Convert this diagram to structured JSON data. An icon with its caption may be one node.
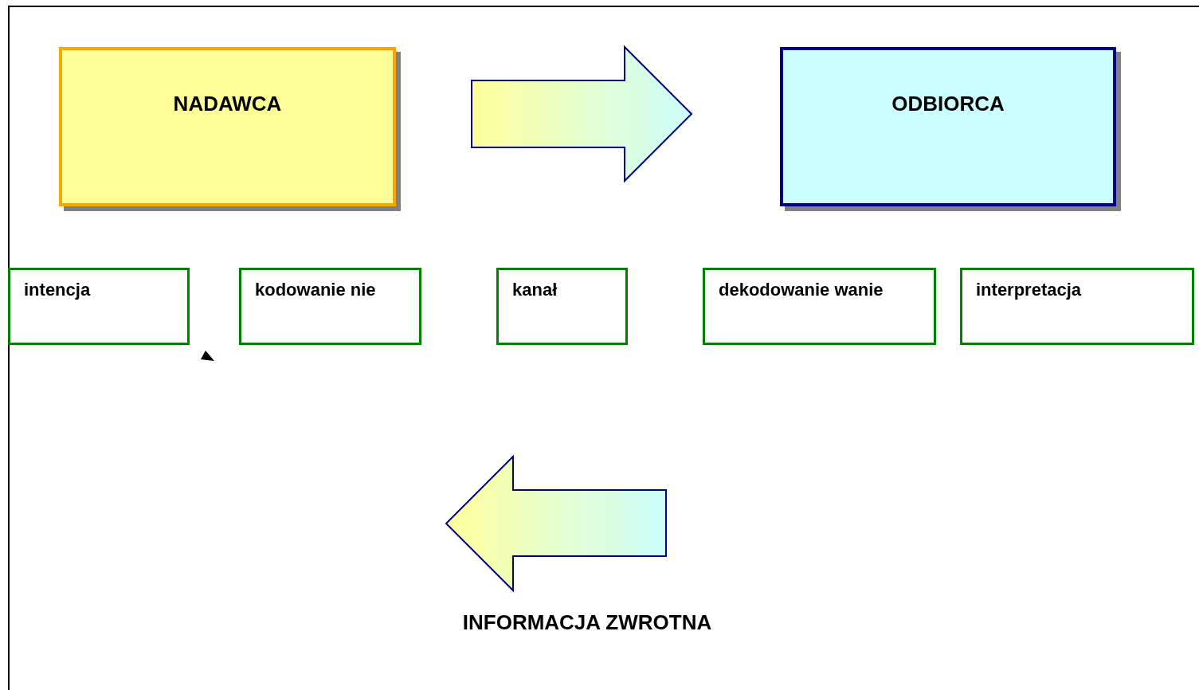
{
  "diagram": {
    "nodes": [
      {
        "text": [
          "NADAWCA"
        ]
      },
      {
        "text": [
          "ODBIORCA"
        ]
      },
      {
        "text": [
          "intencja"
        ]
      },
      {
        "text": [
          "kodowanie nie"
        ]
      },
      {
        "text": [
          "kanał"
        ]
      },
      {
        "text": [
          "dekodowanie wanie"
        ]
      },
      {
        "text": [
          "interpretacja"
        ]
      }
    ],
    "edges": [
      {
        "from": 0,
        "to": 1,
        "arrow": "to"
      }
    ],
    "labels": [
      "INFORMACJA ZWROTNA"
    ]
  }
}
